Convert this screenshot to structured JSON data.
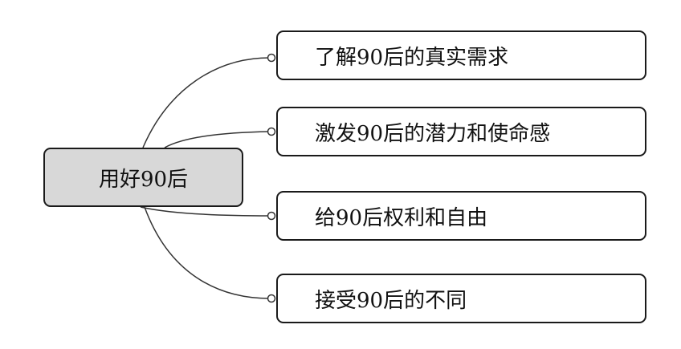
{
  "mindmap": {
    "root": {
      "label": "用好90后"
    },
    "branches": [
      {
        "label": "了解90后的真实需求"
      },
      {
        "label": "激发90后的潜力和使命感"
      },
      {
        "label": "给90后权利和自由"
      },
      {
        "label": "接受90后的不同"
      }
    ]
  },
  "colors": {
    "root_fill": "#d8d8d8",
    "node_border": "#1a1a1a",
    "branch_fill": "#ffffff",
    "connector": "#333333"
  }
}
